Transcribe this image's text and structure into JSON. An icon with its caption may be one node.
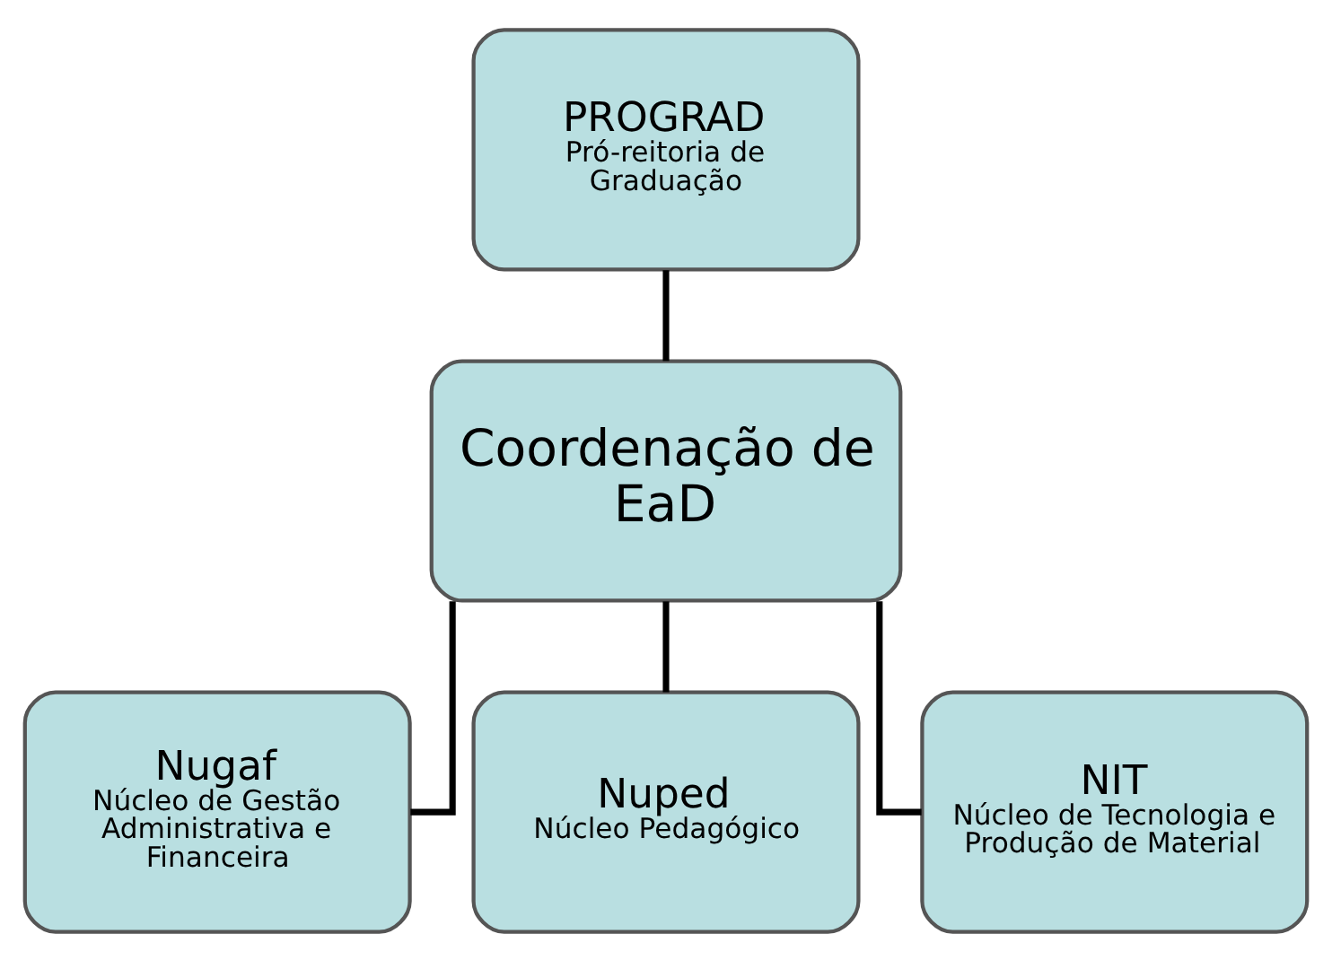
{
  "diagram": {
    "nodes": [
      {
        "text": [
          "PROGRAD",
          "Pró-reitoria de Graduação"
        ]
      },
      {
        "text": [
          "Coordenação de EaD"
        ]
      },
      {
        "text": [
          "Nugaf",
          "Núcleo de Gestão Administrativa e Financeira"
        ]
      },
      {
        "text": [
          "Nuped",
          "Núcleo Pedagógico"
        ]
      },
      {
        "text": [
          "NIT",
          "Núcleo de Tecnologia e Produção de Material"
        ]
      }
    ],
    "edges": [
      {
        "from": 0,
        "to": 1,
        "arrow": "none"
      },
      {
        "from": 1,
        "to": 2,
        "arrow": "none"
      },
      {
        "from": 1,
        "to": 3,
        "arrow": "none"
      },
      {
        "from": 1,
        "to": 4,
        "arrow": "none"
      }
    ]
  }
}
